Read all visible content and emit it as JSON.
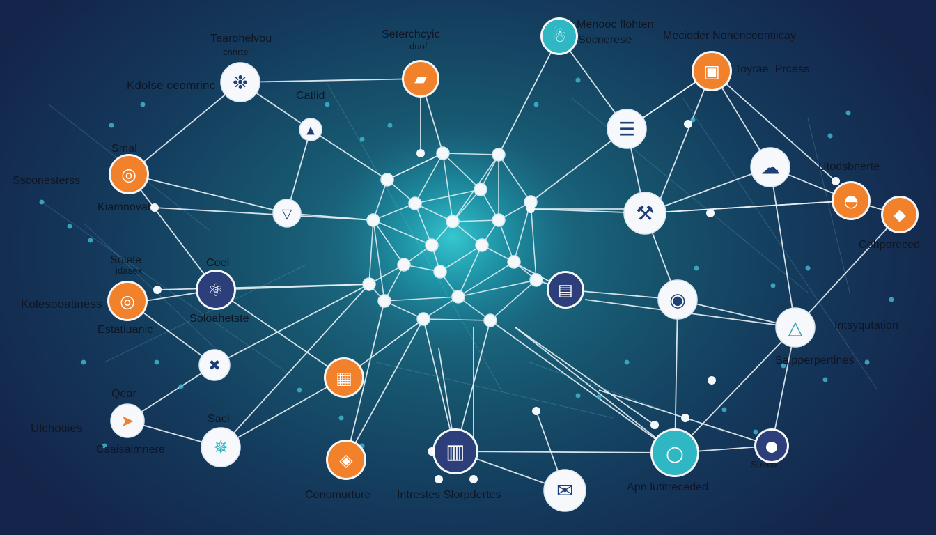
{
  "colors": {
    "background_center": "#1f7f95",
    "background_edge": "#14244a",
    "line": "#e9f2f7",
    "accent_orange": "#f2812b",
    "accent_teal": "#2fb7c4",
    "node_white": "#f6f8fb",
    "node_navy": "#2d3f7a",
    "label_text": "#0f1524"
  },
  "labels": {
    "teamwork_top": "Tearohelvou",
    "teamwork_sub": "cnnrte",
    "kdolse": "Kdolse ceomrinc",
    "catlid": "Catlid",
    "selectaclo_top": "Seterchcyic",
    "selectaclo_sub": "duof",
    "menoc_top": "Menooc flohten",
    "menoc_sub": "Socnerese",
    "meclder": "Mecioder Nonenceontiicay",
    "tonrae": "Toyrae. Prcess",
    "smal": "Smal",
    "sconesters": "Ssconesterss",
    "kiamnovo": "Kiamnoval",
    "utodsbnerts": "Utodsbnerte",
    "cohporeced": "Cohporeced",
    "scole_top": "Solele",
    "scole_sub": "idasex",
    "coel": "Coel",
    "kolesoatnes": "Kolesooatiness",
    "solobonste": "Soloahetste",
    "estaiuant": "Estatiuanic",
    "instaqatin": "Intsyqutation",
    "salppersines": "Salpperpertines",
    "qear": "Qear",
    "sactl": "Sacl",
    "ulchotlies": "Ulchotiies",
    "csalamere": "Csaisalmnere",
    "sbeco": "Sbeco",
    "conomature": "Conomurture",
    "intrestes": "Intrestes Slorpdertes",
    "apn": "Apn lutitreceded"
  },
  "icons": [
    "bear-mascot-icon",
    "compass-icon",
    "laptop-icon",
    "mask-icon",
    "chat-bubble-icon",
    "document-icon",
    "cloud-icon",
    "shield-icon",
    "feather-icon",
    "target-icon",
    "delta-icon",
    "tools-icon",
    "atom-icon",
    "screen-icon",
    "message-icon"
  ]
}
